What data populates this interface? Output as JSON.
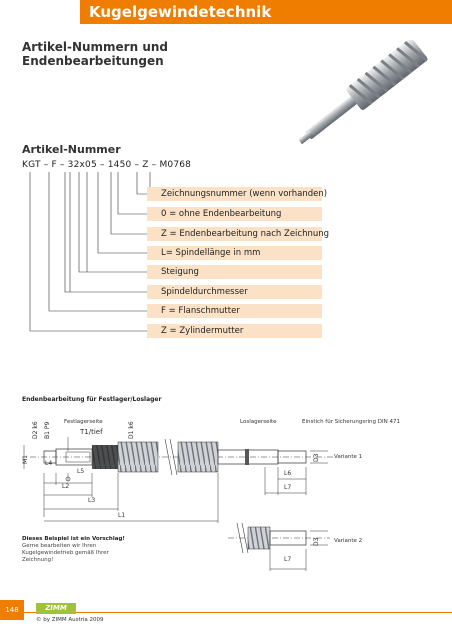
{
  "header": {
    "title": "Kugelgewindetechnik",
    "accent": "#ef7d00"
  },
  "section_title": [
    "Artikel-Nummern und",
    "Endenbearbeitungen"
  ],
  "article": {
    "heading": "Artikel-Nummer",
    "code": "KGT – F – 32x05 – 1450 – Z – M0768",
    "labels": [
      "Zeichnungsnummer (wenn vorhanden)",
      "0 = ohne Endenbearbeitung",
      "Z = Endenbearbeitung nach Zeichnung",
      "L= Spindellänge in mm",
      "Steigung",
      "Spindeldurchmesser",
      "F = Flanschmutter",
      "Z = Zylindermutter"
    ]
  },
  "drawing": {
    "heading": "Endenbearbeitung für Festlager/Loslager",
    "festlagerseite": "Festlagerseite",
    "loslagerseite": "Loslagerseite",
    "einstich": "Einstich für Sicherungsring DIN 471",
    "t1": "T1/tief",
    "d2": "D2 k6",
    "b1": "B1 P9",
    "d1": "D1 k6",
    "m1": "M1",
    "d3a": "D3",
    "d3b": "D3",
    "l4": "L4",
    "l5": "L5",
    "l2": "L2",
    "l3": "L3",
    "l1": "L1",
    "l6": "L6",
    "l7a": "L7",
    "l7b": "L7",
    "variante1": "Variante 1",
    "variante2": "Variante 2"
  },
  "note": {
    "title": "Dieses Beispiel ist ein Vorschlag!",
    "body": "Gerne bearbeiten wir Ihren Kugelgewindetrieb gemäß Ihrer Zeichnung!"
  },
  "footer": {
    "page": "148",
    "logo": "ZIMM",
    "copyright": "© by ZIMM Austria 2009"
  }
}
